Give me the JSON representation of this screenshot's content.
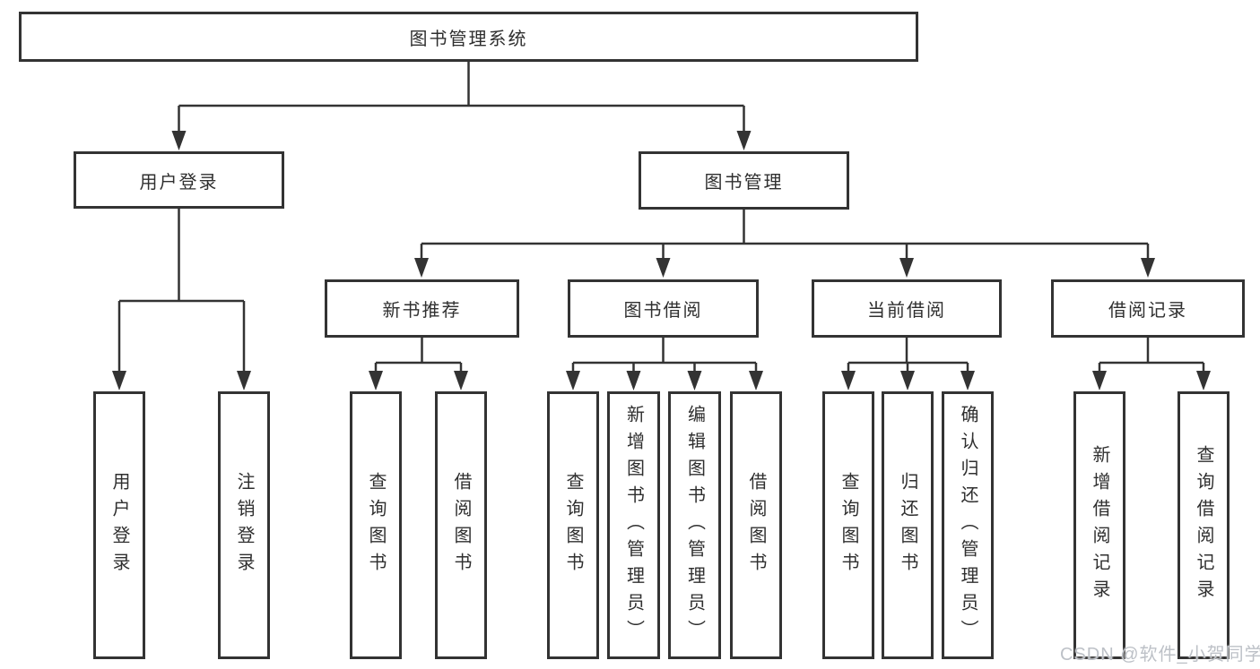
{
  "diagram": {
    "type": "hierarchy-tree",
    "colors": {
      "line": "#333333",
      "box_border": "#333333",
      "box_fill": "#ffffff",
      "text": "#2f2f2f",
      "watermark": "#bdc1c7",
      "background": "#ffffff"
    },
    "tree": {
      "root": {
        "label": "图书管理系统"
      },
      "branches": [
        {
          "label": "用户登录",
          "children": [
            {
              "label": "用户登录"
            },
            {
              "label": "注销登录"
            }
          ]
        },
        {
          "label": "图书管理",
          "groups": [
            {
              "label": "新书推荐",
              "children": [
                {
                  "label": "查询图书"
                },
                {
                  "label": "借阅图书"
                }
              ]
            },
            {
              "label": "图书借阅",
              "children": [
                {
                  "label": "查询图书"
                },
                {
                  "label": "新增图书（管理员）"
                },
                {
                  "label": "编辑图书（管理员）"
                },
                {
                  "label": "借阅图书"
                }
              ]
            },
            {
              "label": "当前借阅",
              "children": [
                {
                  "label": "查询图书"
                },
                {
                  "label": "归还图书"
                },
                {
                  "label": "确认归还（管理员）"
                }
              ]
            },
            {
              "label": "借阅记录",
              "children": [
                {
                  "label": "新增借阅记录"
                },
                {
                  "label": "查询借阅记录"
                }
              ]
            }
          ]
        }
      ]
    },
    "watermark": {
      "text": "CSDN @软件_小贺同学"
    }
  }
}
